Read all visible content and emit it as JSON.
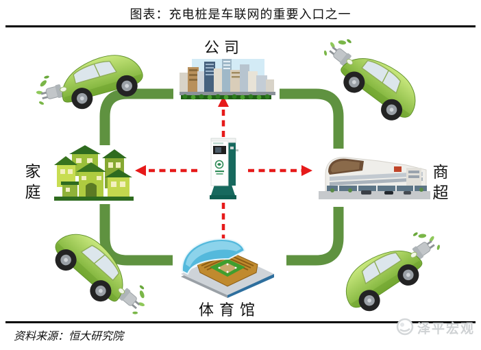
{
  "title": "图表：充电桩是车联网的重要入口之一",
  "nodes": {
    "company": {
      "label": "公司",
      "icon": "city-buildings-icon"
    },
    "home": {
      "label": "家庭",
      "char1": "家",
      "char2": "庭",
      "icon": "green-houses-icon"
    },
    "mall": {
      "label": "商超",
      "char1": "商",
      "char2": "超",
      "icon": "shopping-mall-icon"
    },
    "stadium": {
      "label": "体育馆",
      "icon": "stadium-icon"
    },
    "center": {
      "icon": "charging-pile-icon"
    }
  },
  "cars": {
    "icon": "electric-car-icon",
    "count": 4
  },
  "arrows": {
    "icon": "dashed-arrow-icon",
    "directions": [
      "up",
      "left",
      "right",
      "down"
    ]
  },
  "footer": {
    "source": "资料来源：恒大研究院",
    "watermark": "泽平宏观",
    "watermark_icon": "zeping-macro-logo-icon"
  },
  "colors": {
    "route_green": "#5f9240",
    "arrow_red": "#e61a1a",
    "pile_teal": "#17695e",
    "car_green": "#8cc63f",
    "rule_black": "#000000",
    "watermark_gray": "#cfd2d4"
  }
}
